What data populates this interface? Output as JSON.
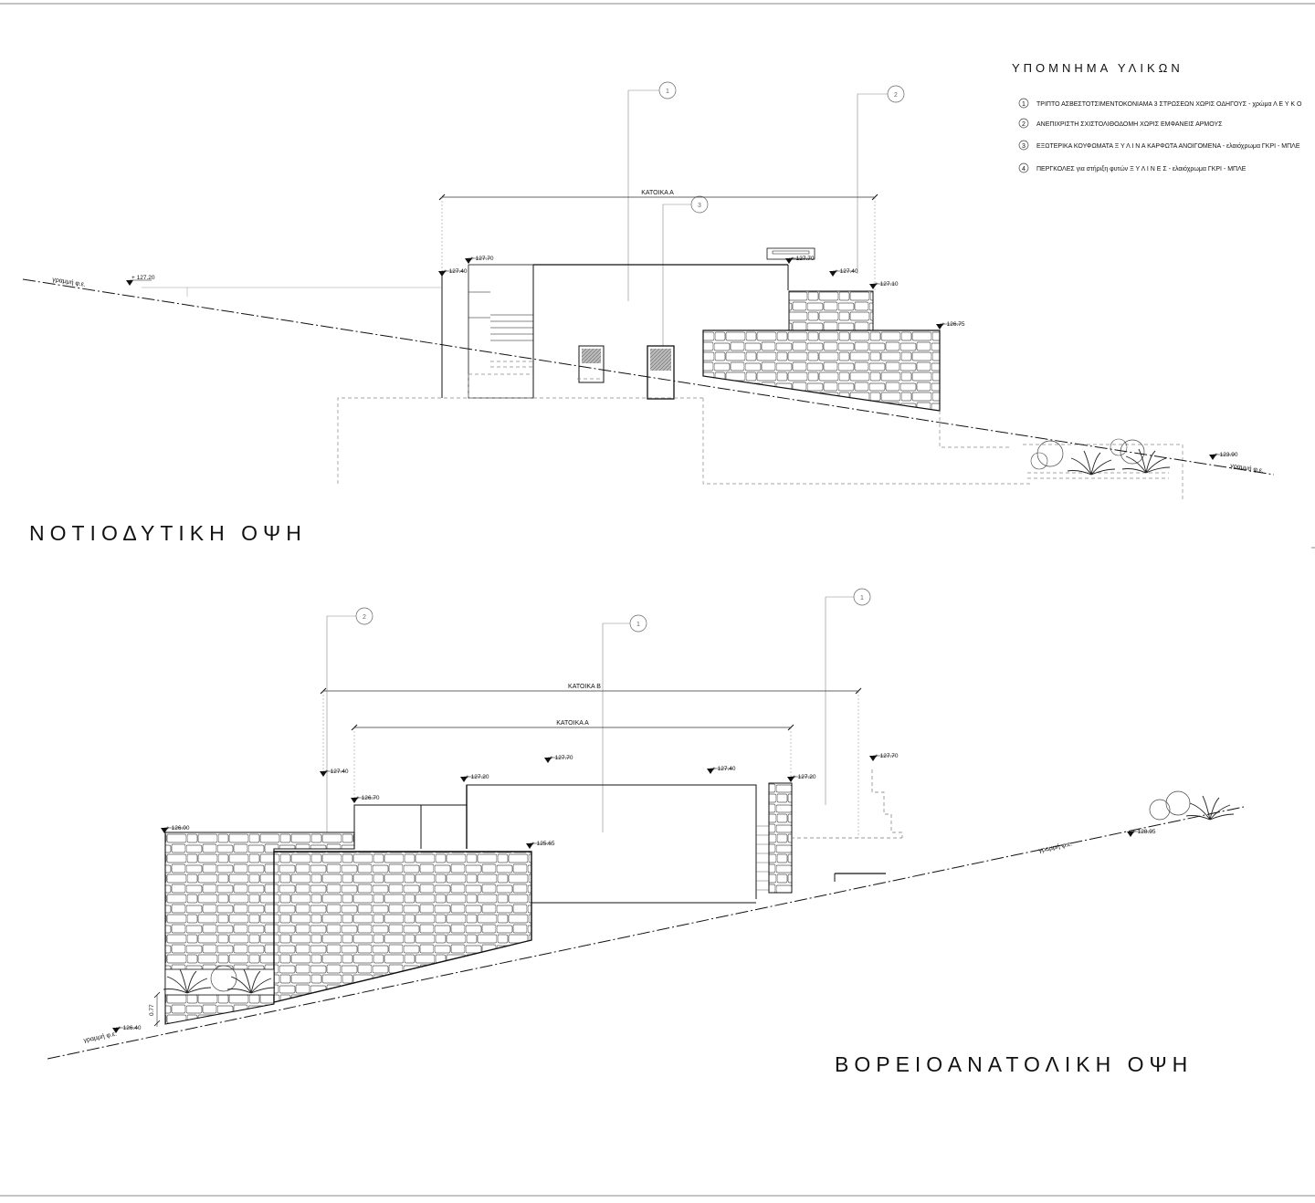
{
  "legend": {
    "title": "ΥΠΟΜΝΗΜΑ ΥΛΙΚΩΝ",
    "items": [
      {
        "num": "1",
        "text": "ΤΡΙΠΤΟ ΑΣΒΕΣΤΟΤΣΙΜΕΝΤΟΚΟΝΙΑΜΑ 3 ΣΤΡΩΣΕΩΝ ΧΩΡΙΣ ΟΔΗΓΟΥΣ - χρώμα Λ Ε Υ Κ Ο"
      },
      {
        "num": "2",
        "text": "ΑΝΕΠΙΧΡΙΣΤΗ ΣΧΙΣΤΟΛΙΘΟΔΟΜΗ ΧΩΡΙΣ ΕΜΦΑΝΕΙΣ ΑΡΜΟΥΣ"
      },
      {
        "num": "3",
        "text": "ΕΞΩΤΕΡΙΚΑ ΚΟΥΦΩΜΑΤΑ Ξ Υ Λ Ι Ν Α ΚΑΡΦΩΤΑ ΑΝΟΙΓΟΜΕΝΑ - ελαιόχρωμα ΓΚΡΙ - ΜΠΛΕ"
      },
      {
        "num": "4",
        "text": "ΠΕΡΓΚΟΛΕΣ για στήριξη φυτών Ξ Υ Λ Ι Ν Ε Σ - ελαιόχρωμα ΓΚΡΙ - ΜΠΛΕ"
      }
    ]
  },
  "southwest": {
    "title": "ΝΟΤΙΟΔΥΤΙΚΗ ΟΨΗ",
    "dim_label": "ΚΑΤΟΙΚΑ Α",
    "ground_label": "γραμμή φ.ε.",
    "bubbles": [
      "1",
      "2",
      "3"
    ],
    "levels": [
      "+ 127.20",
      "+ 127.70",
      "+ 127.40",
      "+ 127.70",
      "+ 127.40",
      "+ 127.10",
      "+ 126.75",
      "+ 123.90"
    ]
  },
  "northeast": {
    "title": "ΒΟΡΕΙΟΑΝΑΤΟΛΙΚΗ ΟΨΗ",
    "dim_label_b": "ΚΑΤΟΙΚΑ Β",
    "dim_label_a": "ΚΑΤΟΙΚΑ Α",
    "ground_label": "γραμμή φ.ε.",
    "bubbles": [
      "2",
      "1",
      "1"
    ],
    "levels": [
      "+ 127.40",
      "+ 127.70",
      "+ 127.20",
      "+ 127.40",
      "+ 127.20",
      "+ 127.70",
      "+ 126.70",
      "+ 126.00",
      "+ 125.65",
      "+ 126.40",
      "+ 128.95"
    ],
    "height_label": "0.77"
  },
  "colors": {
    "line": "#111111",
    "dashed": "#777777",
    "stone": "#555555"
  }
}
